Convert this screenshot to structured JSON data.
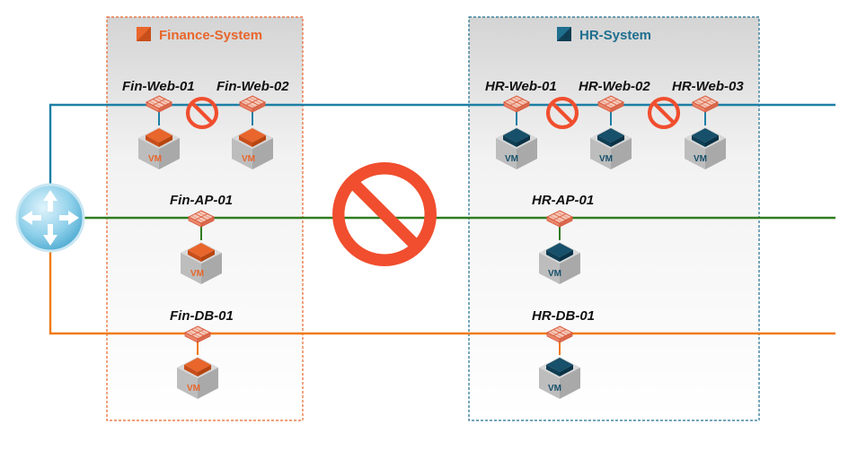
{
  "zones": {
    "finance": {
      "title": "Finance-System",
      "color": "#e8662c"
    },
    "hr": {
      "title": "HR-System",
      "color": "#1f6f8f"
    }
  },
  "networks": {
    "web": {
      "color": "#1d7fa6"
    },
    "app": {
      "color": "#2f7d1f"
    },
    "db": {
      "color": "#f07a12"
    }
  },
  "vm_icon_text": "VM",
  "finance_vms": {
    "web01": "Fin-Web-01",
    "web02": "Fin-Web-02",
    "ap01": "Fin-AP-01",
    "db01": "Fin-DB-01"
  },
  "hr_vms": {
    "web01": "HR-Web-01",
    "web02": "HR-Web-02",
    "web03": "HR-Web-03",
    "ap01": "HR-AP-01",
    "db01": "HR-DB-01"
  },
  "icons": {
    "router": "router-icon",
    "firewall": "firewall-icon",
    "vm": "vm-icon",
    "blocked": "no-entry-icon"
  }
}
